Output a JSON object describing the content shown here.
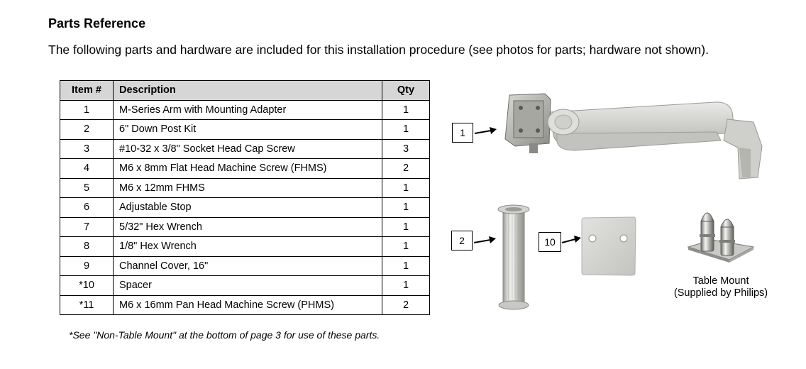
{
  "heading": "Parts Reference",
  "intro": "The following parts and hardware are included for this installation procedure (see photos for parts; hardware not shown).",
  "table": {
    "headers": {
      "item": "Item #",
      "description": "Description",
      "qty": "Qty"
    },
    "rows": [
      {
        "item": "1",
        "description": "M-Series Arm with Mounting Adapter",
        "qty": "1"
      },
      {
        "item": "2",
        "description": "6\" Down Post Kit",
        "qty": "1"
      },
      {
        "item": "3",
        "description": "#10-32 x 3/8\" Socket Head Cap Screw",
        "qty": "3"
      },
      {
        "item": "4",
        "description": "M6 x 8mm Flat Head Machine Screw (FHMS)",
        "qty": "2"
      },
      {
        "item": "5",
        "description": "M6 x 12mm FHMS",
        "qty": "1"
      },
      {
        "item": "6",
        "description": "Adjustable Stop",
        "qty": "1"
      },
      {
        "item": "7",
        "description": "5/32\" Hex Wrench",
        "qty": "1"
      },
      {
        "item": "8",
        "description": "1/8\" Hex Wrench",
        "qty": "1"
      },
      {
        "item": "9",
        "description": "Channel Cover, 16\"",
        "qty": "1"
      },
      {
        "item": "*10",
        "description": "Spacer",
        "qty": "1"
      },
      {
        "item": "*11",
        "description": "M6 x 16mm Pan Head Machine Screw (PHMS)",
        "qty": "2"
      }
    ]
  },
  "footnote": "*See \"Non-Table Mount\" at the bottom of page 3 for use of these parts.",
  "callouts": {
    "arm": "1",
    "post": "2",
    "spacer": "10"
  },
  "table_mount_caption": {
    "line1": "Table Mount",
    "line2": "(Supplied by Philips)"
  }
}
